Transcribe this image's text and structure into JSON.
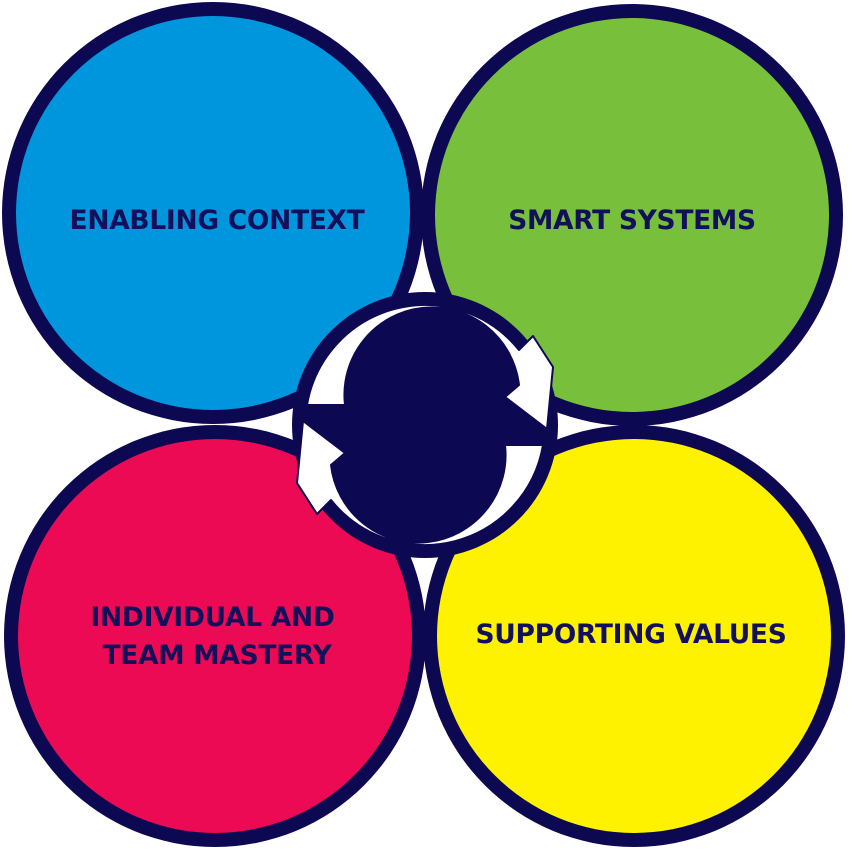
{
  "quadrants": [
    {
      "label": [
        "ENABLING CONTEXT"
      ],
      "color": "#0096DE"
    },
    {
      "label": [
        "SMART SYSTEMS"
      ],
      "color": "#78C03C"
    },
    {
      "label": [
        "INDIVIDUAL AND",
        "TEAM MASTERY"
      ],
      "color": "#EC0A54"
    },
    {
      "label": [
        "SUPPORTING VALUES"
      ],
      "color": "#FFF200"
    }
  ],
  "colors": {
    "outline": "#0D0852",
    "text": "#12105A",
    "arrows": "#FFFFFF",
    "hub": "#0D0852"
  },
  "center": {
    "icon": "refresh-cycle-icon"
  }
}
